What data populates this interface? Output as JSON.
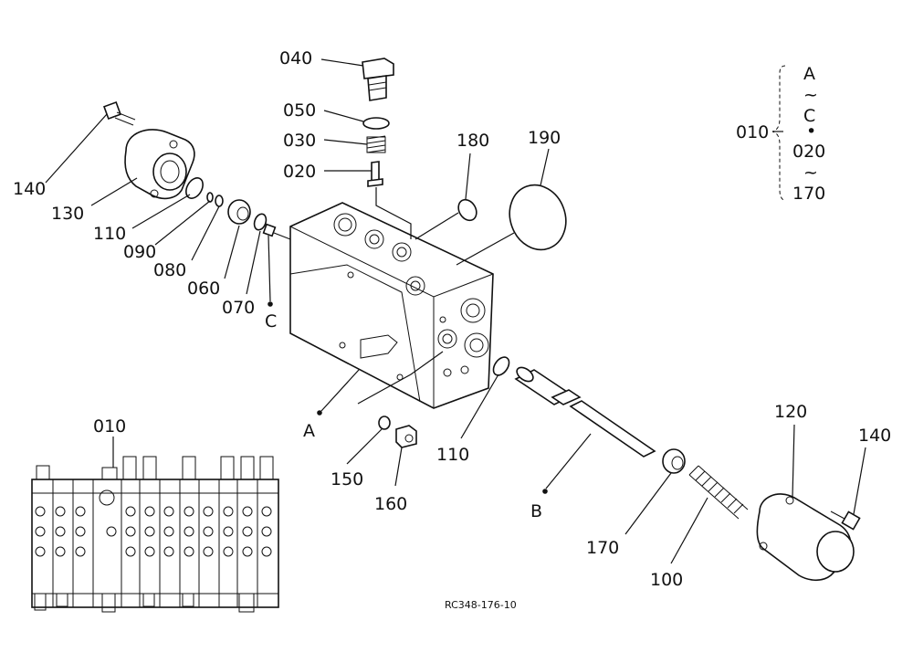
{
  "labels": {
    "p040": "040",
    "p050": "050",
    "p030": "030",
    "p020": "020",
    "p180": "180",
    "p190": "190",
    "p140a": "140",
    "p130": "130",
    "p110a": "110",
    "p090": "090",
    "p080": "080",
    "p060": "060",
    "p070": "070",
    "pC": "C",
    "pA": "A",
    "p150": "150",
    "p160": "160",
    "p110b": "110",
    "pB": "B",
    "p170": "170",
    "p100": "100",
    "p120": "120",
    "p140b": "140",
    "p010b": "010"
  },
  "legend": {
    "number": "010",
    "line1": "A",
    "tilde1": "~",
    "line2": "C",
    "dot": "•",
    "line3": "020",
    "tilde2": "~",
    "line4": "170"
  },
  "caption": "RC348-176-10"
}
